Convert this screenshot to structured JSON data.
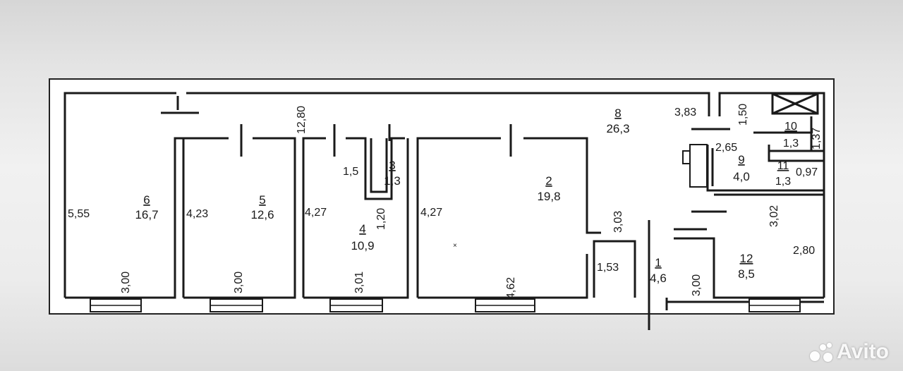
{
  "rooms": [
    {
      "id": "r6",
      "number": "6",
      "area": "16,7"
    },
    {
      "id": "r5",
      "number": "5",
      "area": "12,6"
    },
    {
      "id": "r4",
      "number": "4",
      "area": "10,9"
    },
    {
      "id": "r3",
      "number": "3",
      "area": "1,3"
    },
    {
      "id": "r2",
      "number": "2",
      "area": "19,8"
    },
    {
      "id": "r8",
      "number": "8",
      "area": "26,3"
    },
    {
      "id": "r1",
      "number": "1",
      "area": "4,6"
    },
    {
      "id": "r10",
      "number": "10",
      "area": "1,3"
    },
    {
      "id": "r9",
      "number": "9",
      "area": "4,0"
    },
    {
      "id": "r11",
      "number": "11",
      "area": "1,3"
    },
    {
      "id": "r12",
      "number": "12",
      "area": "8,5"
    }
  ],
  "dimensions": {
    "r6_length": "5,55",
    "r6_width": "3,00",
    "r5_length": "4,23",
    "r5_width": "3,00",
    "r4_length": "4,27",
    "r4_width": "3,01",
    "r3_length": "1,5",
    "r3_width": "1,20",
    "r2_length": "4,27",
    "r2_width": "4,62",
    "corridor_length": "12,80",
    "r8_a": "3,03",
    "r8_b": "1,53",
    "r1_width": "3,00",
    "wc_a": "3,83",
    "wc_b": "1,50",
    "r10_width": "1,37",
    "r9_length": "2,65",
    "r11_width": "0,97",
    "r12_length": "3,02",
    "r12_width": "2,80"
  },
  "watermark": "Avito"
}
